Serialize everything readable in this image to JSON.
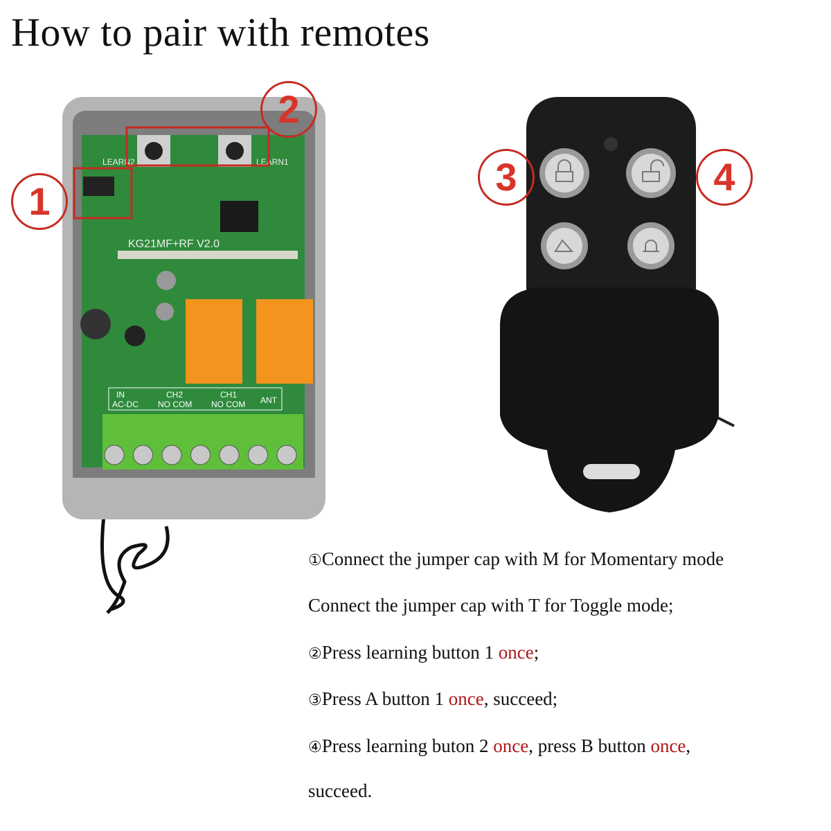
{
  "title": "How to pair with remotes",
  "callouts": [
    "1",
    "2",
    "3",
    "4"
  ],
  "colors": {
    "accent_red": "#c62a22",
    "pcb_green": "#2f8a3c",
    "relay_orange": "#f2941e",
    "housing_gray": "#a8a8a8",
    "remote_black": "#1c1c1e"
  },
  "receiver": {
    "board_label": "KG21MF+RF V2.0",
    "learn_labels": [
      "LEARN2",
      "LEARN1"
    ],
    "terminal_groups": [
      {
        "top": "IN",
        "bottom": "AC-DC"
      },
      {
        "top": "CH2",
        "bottom": "NO COM"
      },
      {
        "top": "CH1",
        "bottom": "NO COM"
      },
      {
        "top": "ANT",
        "bottom": ""
      }
    ]
  },
  "remote": {
    "buttons": [
      "lock-icon",
      "unlock-icon",
      "car-icon",
      "bell-icon"
    ]
  },
  "steps": [
    {
      "num": "①",
      "parts": [
        {
          "t": "Connect the jumper cap with M for Momentary mode",
          "red": false
        }
      ]
    },
    {
      "num": "",
      "parts": [
        {
          "t": "Connect the jumper cap with T for Toggle mode;",
          "red": false
        }
      ]
    },
    {
      "num": "②",
      "parts": [
        {
          "t": "Press learning button 1 ",
          "red": false
        },
        {
          "t": "once",
          "red": true
        },
        {
          "t": ";",
          "red": false
        }
      ]
    },
    {
      "num": "③",
      "parts": [
        {
          "t": "Press A button 1 ",
          "red": false
        },
        {
          "t": "once",
          "red": true
        },
        {
          "t": ", succeed;",
          "red": false
        }
      ]
    },
    {
      "num": "④",
      "parts": [
        {
          "t": "Press learning buton 2 ",
          "red": false
        },
        {
          "t": "once",
          "red": true
        },
        {
          "t": ", press B button ",
          "red": false
        },
        {
          "t": "once",
          "red": true
        },
        {
          "t": ",",
          "red": false
        }
      ]
    },
    {
      "num": "",
      "parts": [
        {
          "t": "succeed.",
          "red": false
        }
      ]
    }
  ]
}
